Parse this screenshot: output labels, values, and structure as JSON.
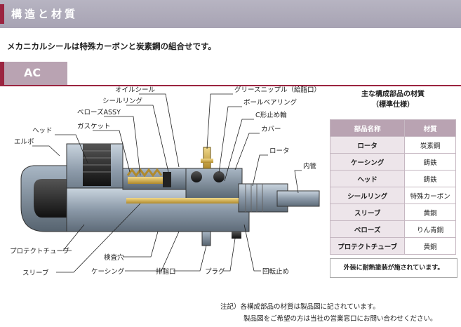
{
  "header": {
    "title": "構造と材質"
  },
  "intro": "メカニカルシールは特殊カーボンと炭素鋼の組合せです。",
  "tab": {
    "label": "AC"
  },
  "diagram": {
    "labels": {
      "oil_seal": "オイルシール",
      "seal_ring": "シールリング",
      "bellows_assy": "ベローズASSY",
      "gasket": "ガスケット",
      "head": "ヘッド",
      "elbow": "エルボ",
      "grease_nipple": "グリースニップル（給脂口）",
      "ball_bearing": "ボールベアリング",
      "c_ring": "C形止め輪",
      "cover": "カバー",
      "rotor": "ロータ",
      "inner_pipe": "内管",
      "protect_tube": "プロテクトチューブ",
      "sleeve": "スリーブ",
      "inspection_hole": "検査穴",
      "casing": "ケーシング",
      "drain": "排脂口",
      "plug": "プラグ",
      "anti_rotation": "回転止め"
    }
  },
  "materials": {
    "title_line1": "主な構成部品の材質",
    "title_line2": "（標準仕様）",
    "headers": [
      "部品名称",
      "材質"
    ],
    "rows": [
      {
        "part": "ロータ",
        "material": "炭素鋼"
      },
      {
        "part": "ケーシング",
        "material": "鋳鉄"
      },
      {
        "part": "ヘッド",
        "material": "鋳鉄"
      },
      {
        "part": "シールリング",
        "material": "特殊カーボン"
      },
      {
        "part": "スリーブ",
        "material": "黄銅"
      },
      {
        "part": "ベローズ",
        "material": "りん青銅"
      },
      {
        "part": "プロテクトチューブ",
        "material": "黄銅"
      }
    ],
    "note": "外装に耐熱塗装が施されています。"
  },
  "footnote": {
    "line1": "注記）各構成部品の材質は製品図に記されています。",
    "line2": "製品図をご希望の方は当社の営業窓口にお問い合わせください。"
  },
  "colors": {
    "accent": "#9b2440",
    "header_bg": "#b7b4c2",
    "tab_bg": "#b9a3b2"
  }
}
